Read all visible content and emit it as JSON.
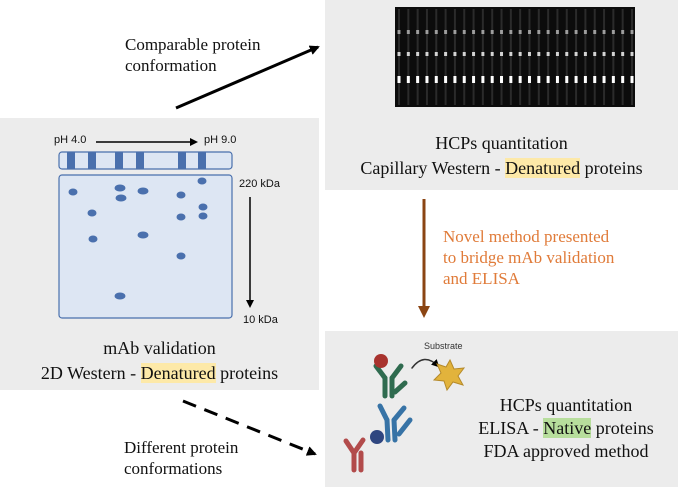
{
  "captions": {
    "comparable_line1": "Comparable protein",
    "comparable_line2": "conformation",
    "different_line1": "Different protein",
    "different_line2": "conformations",
    "novel_line1": "Novel method presented",
    "novel_line2": "to bridge mAb validation",
    "novel_line3": "and ELISA"
  },
  "capillary": {
    "title": "HCPs quantitation",
    "line2_prefix": "Capillary Western - ",
    "line2_highlight": "Denatured",
    "line2_suffix": " proteins"
  },
  "gel": {
    "ph_start": "pH 4.0",
    "ph_end": "pH 9.0",
    "mw_top": "220 kDa",
    "mw_bottom": "10 kDa",
    "title": "mAb validation",
    "line2_prefix": "2D Western - ",
    "line2_highlight": "Denatured",
    "line2_suffix": " proteins"
  },
  "elisa": {
    "substrate_label": "Substrate",
    "line1": "HCPs quantitation",
    "line2_prefix": "ELISA - ",
    "line2_highlight": "Native",
    "line2_suffix": " proteins",
    "line3": "FDA approved method"
  },
  "colors": {
    "panel_bg": "#ececec",
    "gel_fill": "#dde6f3",
    "spot": "#4a70ad",
    "novel_text": "#e07b39",
    "down_arrow": "#8b4513",
    "yellow_highlight": "#fde9a8",
    "green_highlight": "#b7de9c"
  }
}
